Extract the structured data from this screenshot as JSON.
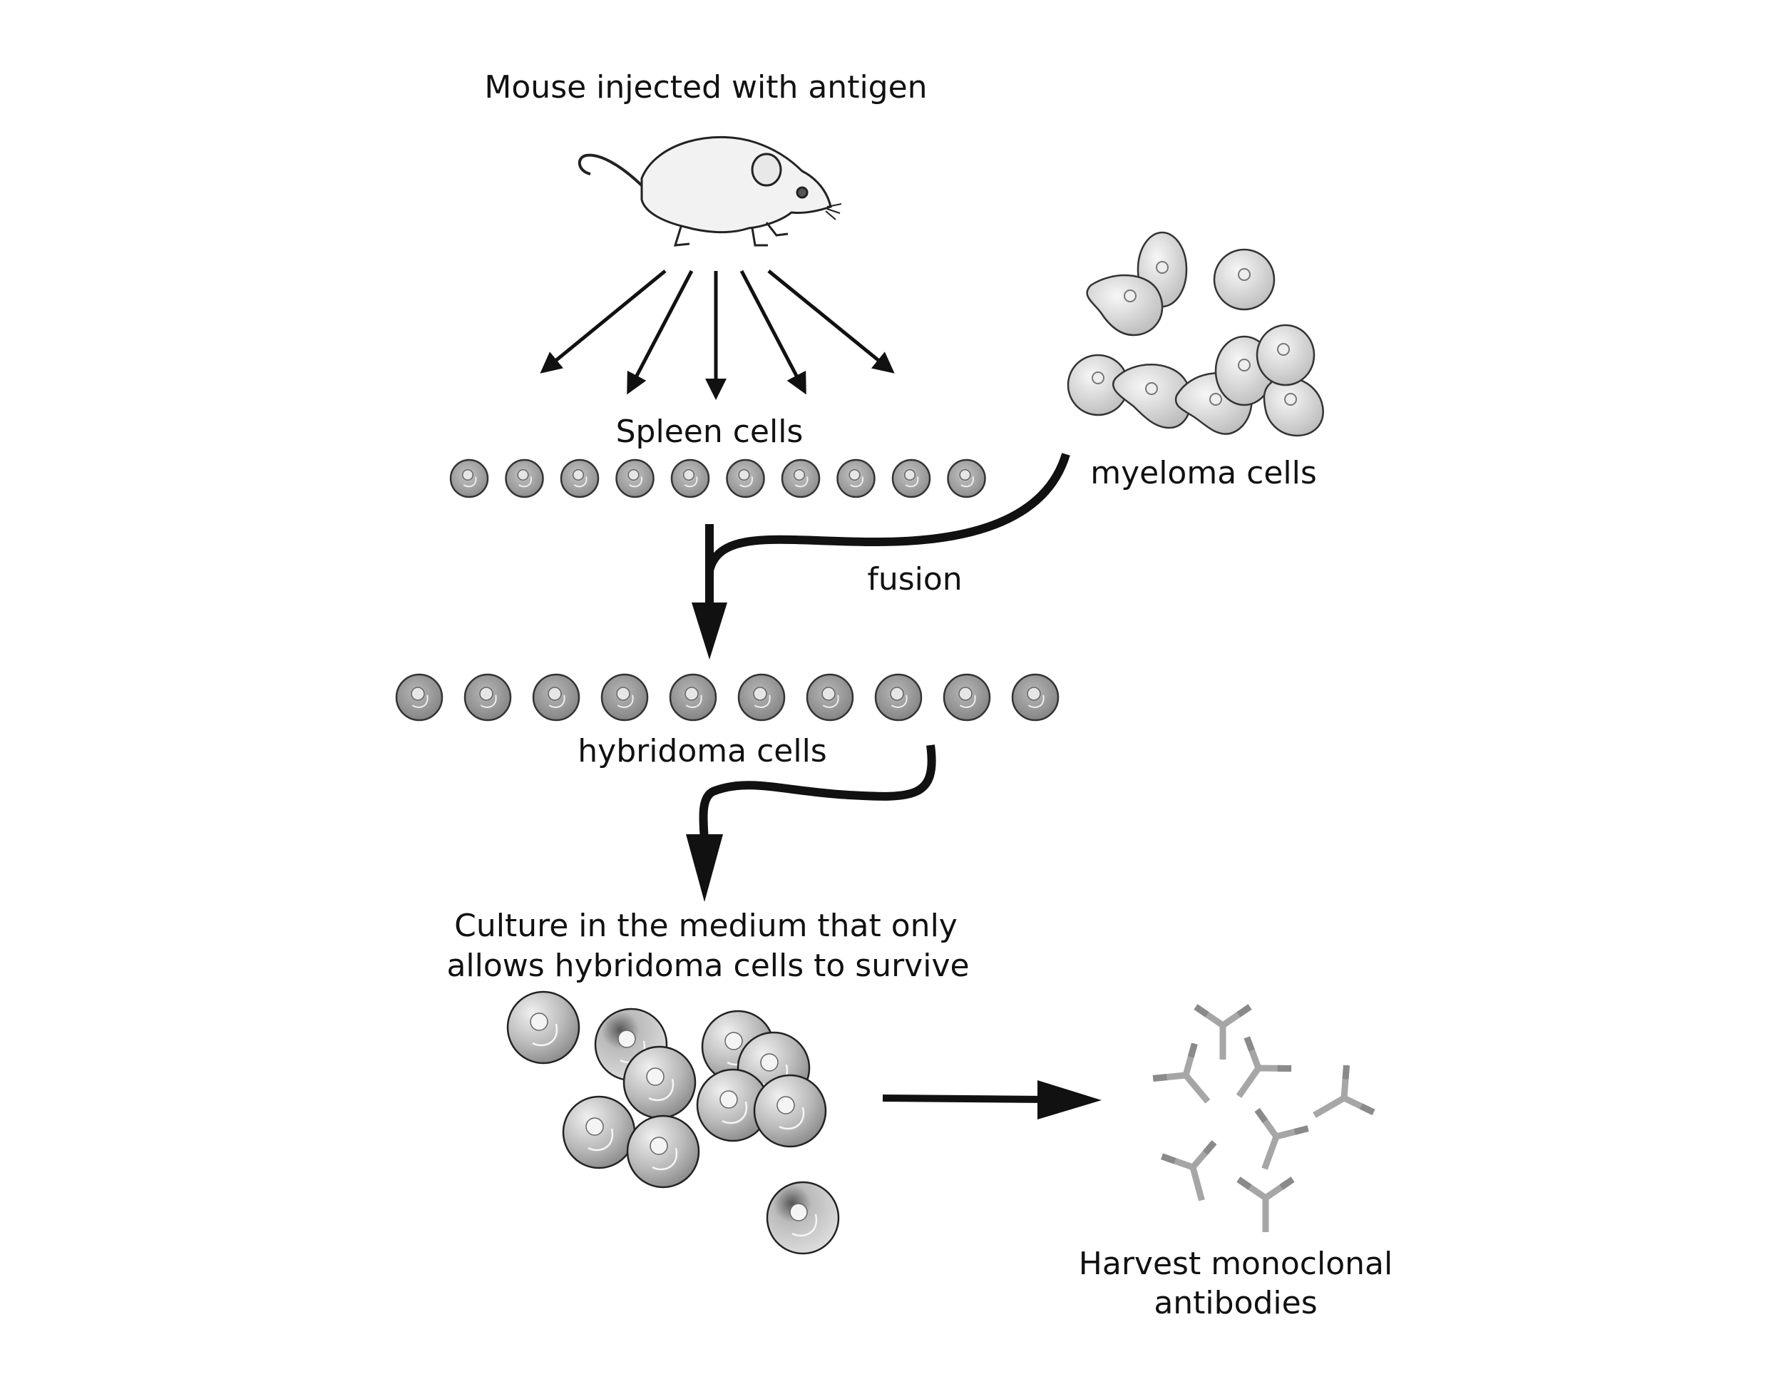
{
  "labels": {
    "mouse": "Mouse injected with antigen",
    "spleen": "Spleen cells",
    "myeloma": "myeloma cells",
    "fusion": "fusion",
    "hybridoma": "hybridoma cells",
    "culture_line1": "Culture in the medium that only",
    "culture_line2": "allows hybridoma cells to survive",
    "harvest_line1": "Harvest monoclonal",
    "harvest_line2": "antibodies"
  },
  "colors": {
    "ink": "#111111",
    "spleen_cell": "#a9a9a9",
    "hybridoma_cell": "#9d9d9d",
    "myeloma_cell": "#d9d9d9",
    "culture_cell": "#bdbdbd",
    "antibody": "#a6a6a6"
  },
  "icons": {
    "mouse": "mouse-icon",
    "antibody": "antibody-icon"
  }
}
